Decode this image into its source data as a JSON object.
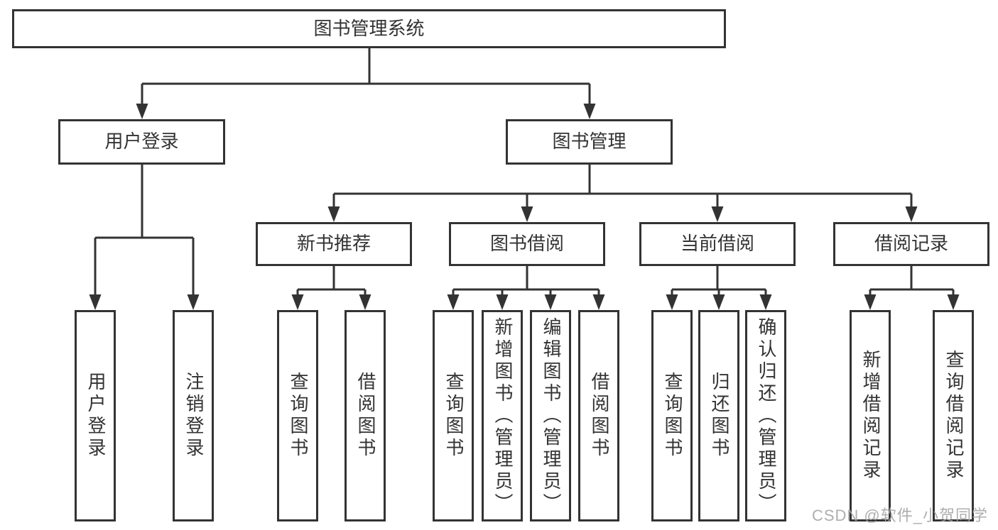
{
  "tree": {
    "root": "图书管理系统",
    "level2": [
      {
        "label": "用户登录",
        "children": [
          "用户登录",
          "注销登录"
        ]
      },
      {
        "label": "图书管理"
      }
    ],
    "level3": [
      {
        "label": "新书推荐",
        "children": [
          "查询图书",
          "借阅图书"
        ]
      },
      {
        "label": "图书借阅",
        "children": [
          "查询图书",
          "新增图书（管理员）",
          "编辑图书（管理员）",
          "借阅图书"
        ]
      },
      {
        "label": "当前借阅",
        "children": [
          "查询图书",
          "归还图书",
          "确认归还（管理员）"
        ]
      },
      {
        "label": "借阅记录",
        "children": [
          "新增借阅记录",
          "查询借阅记录"
        ]
      }
    ]
  },
  "watermark": "CSDN @软件_小贺同学",
  "colors": {
    "line": "#333333",
    "box_border": "#333333",
    "text": "#333333",
    "watermark": "#a6a6a6",
    "background": "#ffffff"
  }
}
